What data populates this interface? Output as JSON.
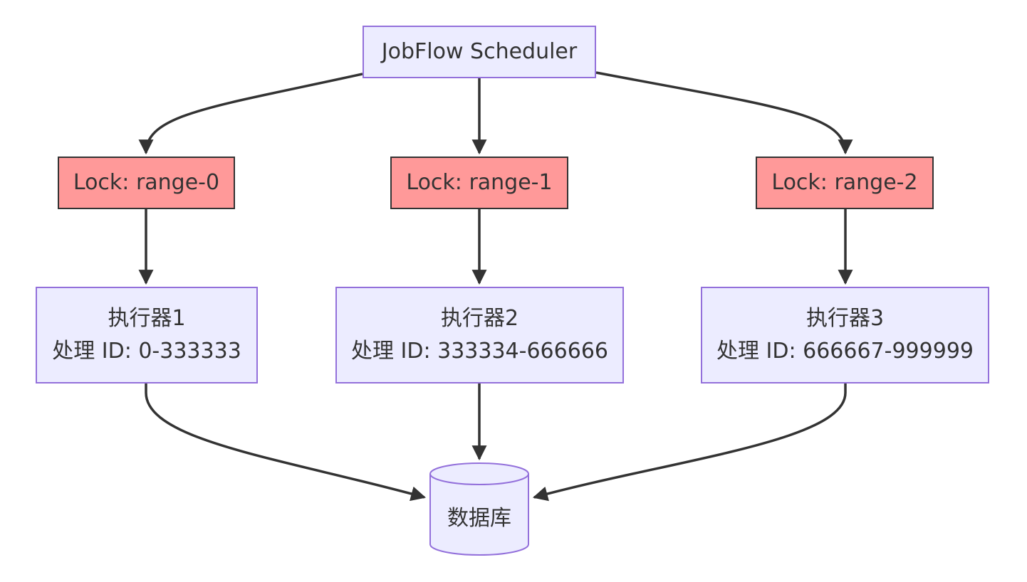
{
  "colors": {
    "default_fill": "#ececff",
    "default_stroke": "#9370db",
    "lock_fill": "#ff9999",
    "lock_stroke": "#333333",
    "edge": "#333333"
  },
  "nodes": {
    "scheduler": {
      "label": "JobFlow Scheduler"
    },
    "locks": [
      {
        "label": "Lock: range-0"
      },
      {
        "label": "Lock: range-1"
      },
      {
        "label": "Lock: range-2"
      }
    ],
    "executors": [
      {
        "title": "执行器1",
        "range": "处理 ID: 0-333333"
      },
      {
        "title": "执行器2",
        "range": "处理 ID: 333334-666666"
      },
      {
        "title": "执行器3",
        "range": "处理 ID: 666667-999999"
      }
    ],
    "database": {
      "label": "数据库"
    }
  }
}
